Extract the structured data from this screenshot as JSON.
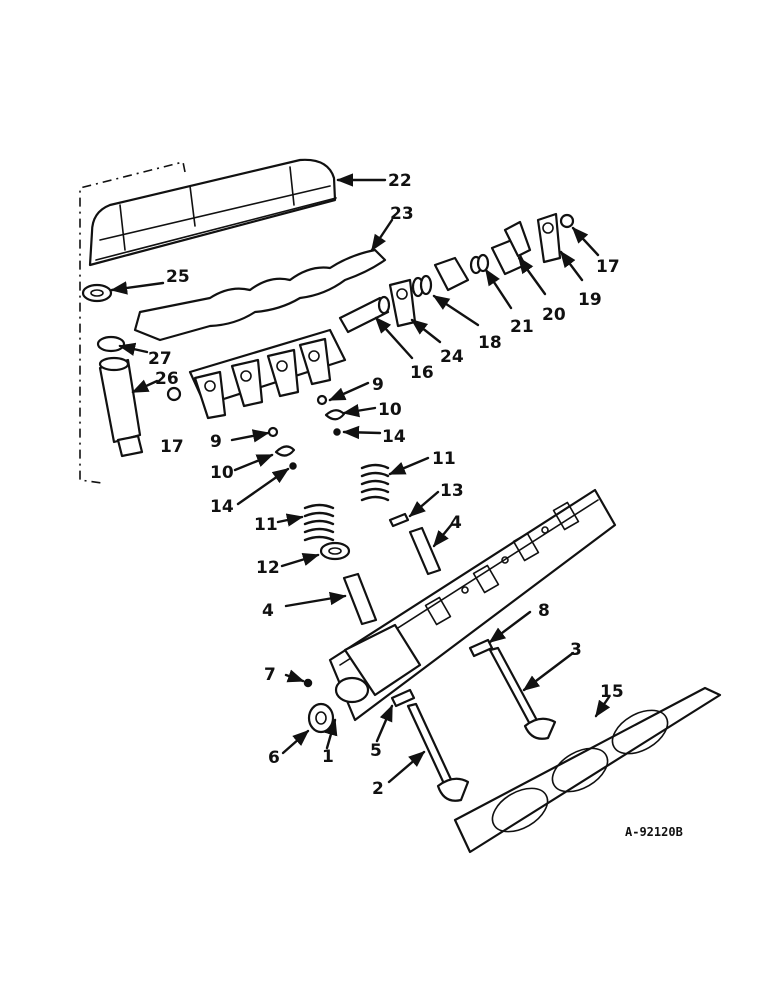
{
  "diagram": {
    "reference_code": "A-92120B",
    "callouts": {
      "p1": "1",
      "p2": "2",
      "p3": "3",
      "p4a": "4",
      "p4b": "4",
      "p5": "5",
      "p6": "6",
      "p7": "7",
      "p8": "8",
      "p9a": "9",
      "p9b": "9",
      "p10a": "10",
      "p10b": "10",
      "p11a": "11",
      "p11b": "11",
      "p12": "12",
      "p13": "13",
      "p14a": "14",
      "p14b": "14",
      "p15": "15",
      "p16": "16",
      "p17a": "17",
      "p17b": "17",
      "p18": "18",
      "p19": "19",
      "p20": "20",
      "p21": "21",
      "p22": "22",
      "p23": "23",
      "p24": "24",
      "p25": "25",
      "p26": "26",
      "p27": "27"
    }
  }
}
